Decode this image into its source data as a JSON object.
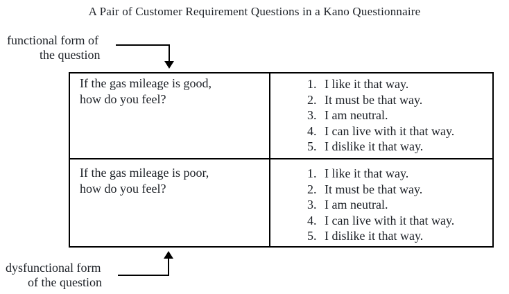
{
  "title": "A Pair of Customer Requirement Questions in a Kano Questionnaire",
  "annotations": {
    "functional": {
      "line1": "functional form of",
      "line2": "the question"
    },
    "dysfunctional": {
      "line1": "dysfunctional form",
      "line2": "of the question"
    }
  },
  "table": {
    "rows": [
      {
        "question_line1": "If the gas mileage is good,",
        "question_line2": "how do you feel?",
        "options": [
          {
            "num": "1.",
            "text": "I like it that way."
          },
          {
            "num": "2.",
            "text": "It must be that way."
          },
          {
            "num": "3.",
            "text": "I am neutral."
          },
          {
            "num": "4.",
            "text": "I can live with it that way."
          },
          {
            "num": "5.",
            "text": "I dislike it that way."
          }
        ]
      },
      {
        "question_line1": "If the gas mileage is poor,",
        "question_line2": "how do you feel?",
        "options": [
          {
            "num": "1.",
            "text": "I like it that way."
          },
          {
            "num": "2.",
            "text": "It must be that way."
          },
          {
            "num": "3.",
            "text": "I am neutral."
          },
          {
            "num": "4.",
            "text": "I can live with it that way."
          },
          {
            "num": "5.",
            "text": "I dislike it that way."
          }
        ]
      }
    ]
  },
  "colors": {
    "text": "#1c2026",
    "line": "#000000",
    "background": "#ffffff"
  }
}
